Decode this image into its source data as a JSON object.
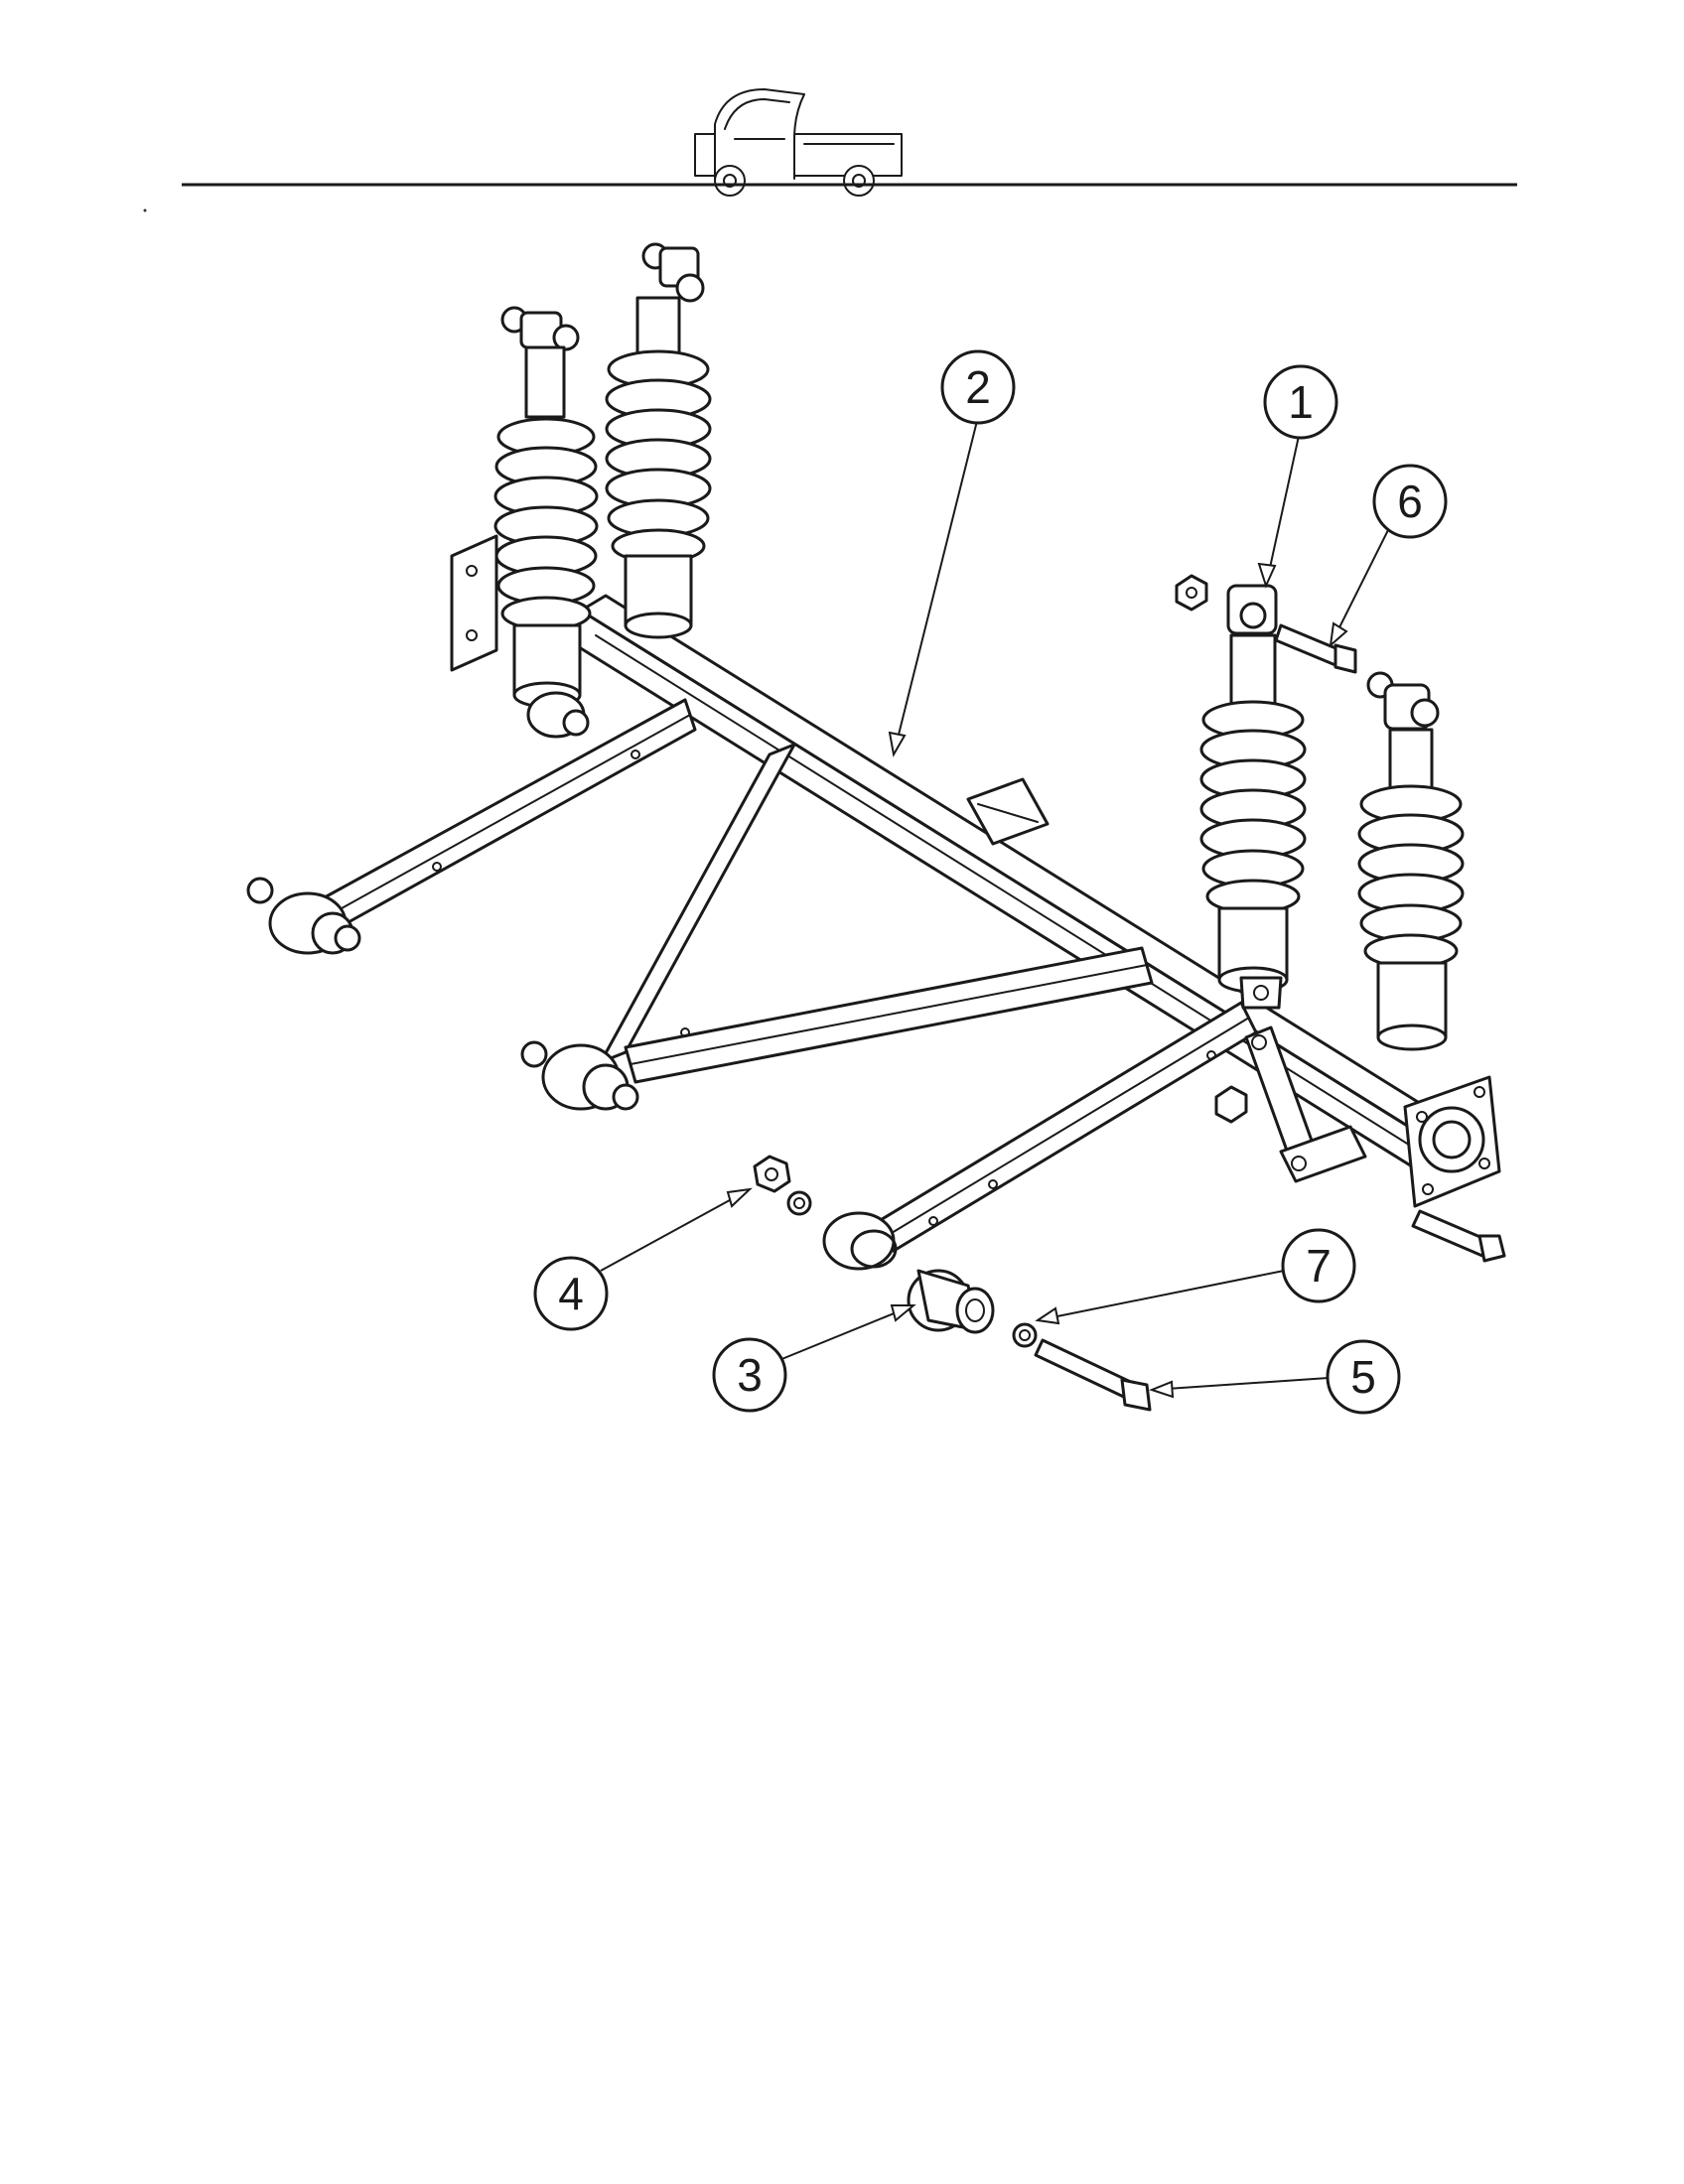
{
  "header": {
    "logo_icon": "utility-vehicle-icon"
  },
  "diagram": {
    "subject": "rear-suspension-exploded-view",
    "callouts": [
      {
        "id": "c1",
        "label": "1"
      },
      {
        "id": "c2",
        "label": "2"
      },
      {
        "id": "c3",
        "label": "3"
      },
      {
        "id": "c4",
        "label": "4"
      },
      {
        "id": "c5",
        "label": "5"
      },
      {
        "id": "c6",
        "label": "6"
      },
      {
        "id": "c7",
        "label": "7"
      }
    ]
  }
}
